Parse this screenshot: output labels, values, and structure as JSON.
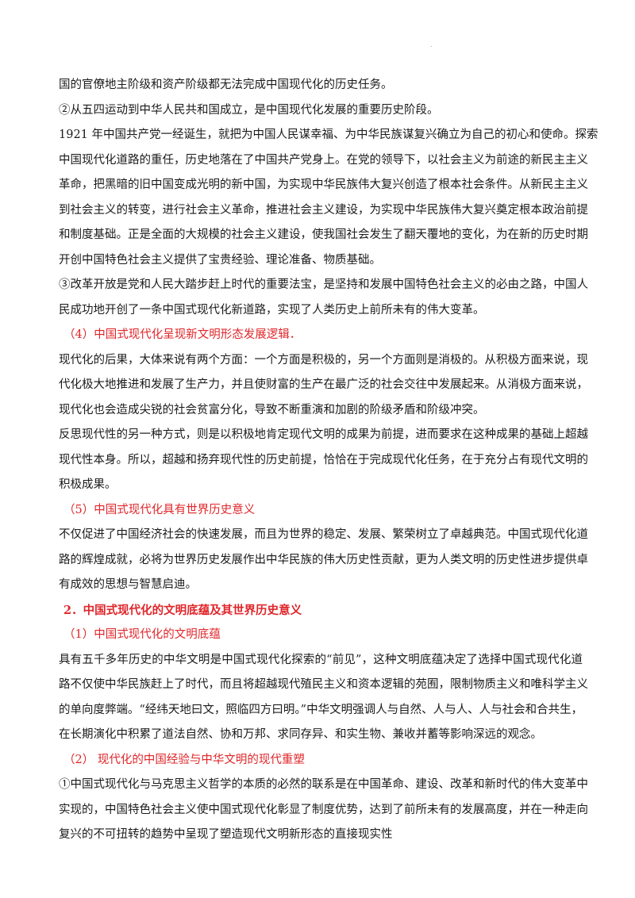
{
  "lines": [
    {
      "text": "国的官僚地主阶级和资产阶级都无法完成中国现代化的历史任务。",
      "style": "normal"
    },
    {
      "text": "②从五四运动到中华人民共和国成立，是中国现代化发展的重要历史阶段。",
      "style": "normal"
    },
    {
      "text": "1921 年中国共产党一经诞生，就把为中国人民谋幸福、为中华民族谋复兴确立为自己的初心和使命。探索",
      "style": "justify"
    },
    {
      "text": "中国现代化道路的重任，历史地落在了中国共产党身上。在党的领导下，以社会主义为前途的新民主主义",
      "style": "justify"
    },
    {
      "text": "革命，把黑暗的旧中国变成光明的新中国，为实现中华民族伟大复兴创造了根本社会条件。从新民主主义",
      "style": "justify"
    },
    {
      "text": "到社会主义的转变，进行社会主义革命，推进社会主义建设，为实现中华民族伟大复兴奠定根本政治前提",
      "style": "justify"
    },
    {
      "text": "和制度基础。正是全面的大规模的社会主义建设，使我国社会发生了翻天覆地的变化，为在新的历史时期",
      "style": "justify"
    },
    {
      "text": "开创中国特色社会主义提供了宝贵经验、理论准备、物质基础。",
      "style": "normal"
    },
    {
      "text": "③改革开放是党和人民大踏步赶上时代的重要法宝，是坚持和发展中国特色社会主义的必由之路，中国人",
      "style": "justify"
    },
    {
      "text": "民成功地开创了一条中国式现代化新道路，实现了人类历史上前所未有的伟大变革。",
      "style": "normal"
    },
    {
      "text": "（4）中国式现代化呈现新文明形态发展逻辑．",
      "style": "red-sub"
    },
    {
      "text": "现代化的后果，大体来说有两个方面：一个方面是积极的，另一个方面则是消极的。从积极方面来说，现",
      "style": "justify"
    },
    {
      "text": "代化极大地推进和发展了生产力，并且使财富的生产在最广泛的社会交往中发展起来。从消极方面来说，",
      "style": "justify"
    },
    {
      "text": "现代化也会造成尖锐的社会贫富分化，导致不断重演和加剧的阶级矛盾和阶级冲突。",
      "style": "normal"
    },
    {
      "text": "反思现代性的另一种方式，则是以积极地肯定现代文明的成果为前提，进而要求在这种成果的基础上超越",
      "style": "justify"
    },
    {
      "text": "现代性本身。所以，超越和扬弃现代性的历史前提，恰恰在于完成现代化任务，在于充分占有现代文明的",
      "style": "justify"
    },
    {
      "text": "积极成果。",
      "style": "normal"
    },
    {
      "text": "（5）中国式现代化具有世界历史意义",
      "style": "red-sub"
    },
    {
      "text": "不仅促进了中国经济社会的快速发展，而且为世界的稳定、发展、繁荣树立了卓越典范。中国式现代化道",
      "style": "justify"
    },
    {
      "text": "路的辉煌成就，必将为世界历史发展作出中华民族的伟大历史性贡献，更为人类文明的历史性进步提供卓",
      "style": "justify"
    },
    {
      "text": "有成效的思想与智慧启迪。",
      "style": "normal"
    },
    {
      "text": "2．中国式现代化的文明底蕴及其世界历史意义",
      "style": "red-head"
    },
    {
      "text": "（1）中国式现代化的文明底蕴",
      "style": "red-sub"
    },
    {
      "text": "具有五千多年历史的中华文明是中国式现代化探索的“前见”，这种文明底蕴决定了选择中国式现代化道",
      "style": "justify"
    },
    {
      "text": "路不仅使中华民族赶上了时代，而且将超越现代殖民主义和资本逻辑的苑囿，限制物质主义和唯科学主义",
      "style": "justify"
    },
    {
      "text": "的单向度弊端。“经纬天地曰文，照临四方曰明。”中华文明强调人与自然、人与人、人与社会和合共生，",
      "style": "justify"
    },
    {
      "text": "在长期演化中积累了道法自然、协和万邦、求同存异、和实生物、兼收并蓄等影响深远的观念。",
      "style": "normal"
    },
    {
      "text": "（2） 现代化的中国经验与中华文明的现代重塑",
      "style": "red-sub"
    },
    {
      "text": "①中国式现代化与马克思主义哲学的本质的必然的联系是在中国革命、建设、改革和新时代的伟大变革中",
      "style": "justify"
    },
    {
      "text": "实现的，中国特色社会主义使中国式现代化彰显了制度优势，达到了前所未有的发展高度，并在一种走向",
      "style": "justify"
    },
    {
      "text": "复兴的不可扭转的趋势中呈现了塑造现代文明新形态的直接现实性",
      "style": "normal"
    }
  ]
}
